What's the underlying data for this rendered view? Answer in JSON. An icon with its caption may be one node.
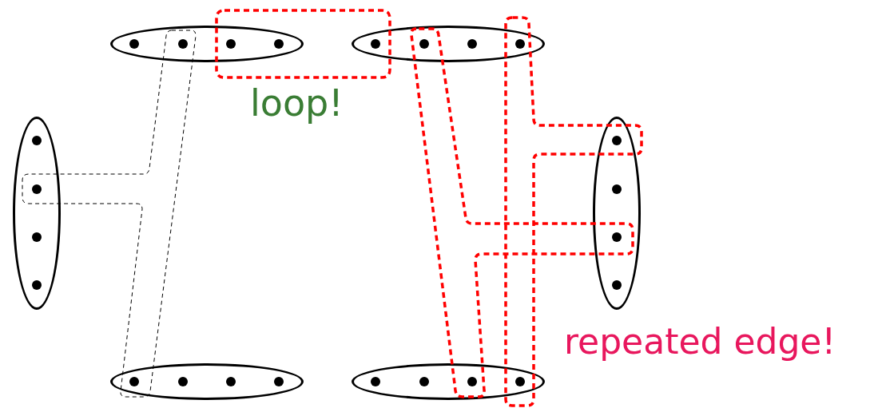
{
  "diagram": {
    "nodes": [
      {
        "text": [],
        "shape": "ellipse"
      },
      {
        "text": [],
        "shape": "circle",
        "in": 0
      },
      {
        "text": [],
        "shape": "circle",
        "in": 0
      },
      {
        "text": [],
        "shape": "circle",
        "in": 0
      },
      {
        "text": [],
        "shape": "circle",
        "in": 0
      },
      {
        "text": [],
        "shape": "ellipse"
      },
      {
        "text": [],
        "shape": "circle",
        "in": 5
      },
      {
        "text": [],
        "shape": "circle",
        "in": 5
      },
      {
        "text": [],
        "shape": "circle",
        "in": 5
      },
      {
        "text": [],
        "shape": "circle",
        "in": 5
      },
      {
        "text": [],
        "shape": "ellipse"
      },
      {
        "text": [],
        "shape": "circle",
        "in": 10
      },
      {
        "text": [],
        "shape": "circle",
        "in": 10
      },
      {
        "text": [],
        "shape": "circle",
        "in": 10
      },
      {
        "text": [],
        "shape": "circle",
        "in": 10
      },
      {
        "text": [],
        "shape": "ellipse"
      },
      {
        "text": [],
        "shape": "circle",
        "in": 15
      },
      {
        "text": [],
        "shape": "circle",
        "in": 15
      },
      {
        "text": [],
        "shape": "circle",
        "in": 15
      },
      {
        "text": [],
        "shape": "circle",
        "in": 15
      },
      {
        "text": [],
        "shape": "ellipse"
      },
      {
        "text": [],
        "shape": "circle",
        "in": 20
      },
      {
        "text": [],
        "shape": "circle",
        "in": 20
      },
      {
        "text": [],
        "shape": "circle",
        "in": 20
      },
      {
        "text": [],
        "shape": "circle",
        "in": 20
      },
      {
        "text": [],
        "shape": "ellipse"
      },
      {
        "text": [],
        "shape": "circle",
        "in": 25
      },
      {
        "text": [],
        "shape": "circle",
        "in": 25
      },
      {
        "text": [],
        "shape": "circle",
        "in": 25
      },
      {
        "text": [],
        "shape": "circle",
        "in": 25
      }
    ],
    "labels": [
      "loop!",
      "repeated edge!"
    ]
  }
}
